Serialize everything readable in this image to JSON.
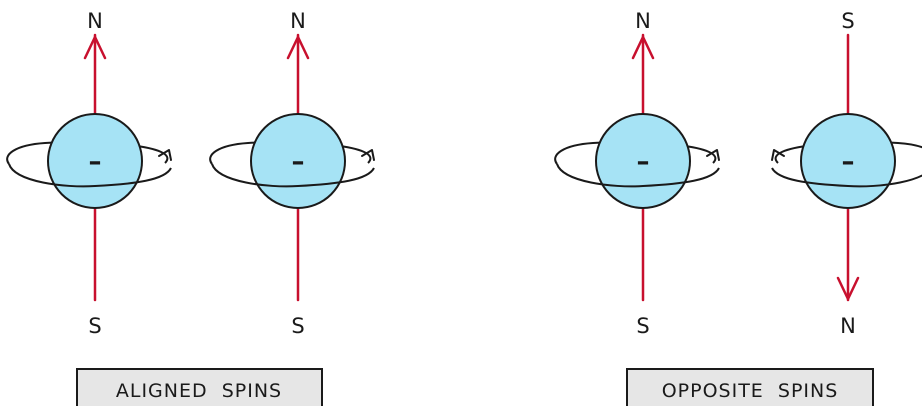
{
  "electrons": [
    {
      "north_label": "N",
      "south_label": "S",
      "charge": "–",
      "arrow": "up",
      "spin": "counterclockwise"
    },
    {
      "north_label": "N",
      "south_label": "S",
      "charge": "–",
      "arrow": "up",
      "spin": "counterclockwise"
    },
    {
      "north_label": "N",
      "south_label": "S",
      "charge": "–",
      "arrow": "up",
      "spin": "counterclockwise"
    },
    {
      "north_label": "S",
      "south_label": "N",
      "charge": "–",
      "arrow": "down",
      "spin": "clockwise"
    }
  ],
  "captions": {
    "aligned": "ALIGNED  SPINS",
    "opposite": "OPPOSITE  SPINS"
  },
  "colors": {
    "sphere_fill": "#a6e3f5",
    "sphere_stroke": "#1a1a1a",
    "field_arrow": "#c8102e",
    "caption_bg": "#e6e6e6"
  }
}
